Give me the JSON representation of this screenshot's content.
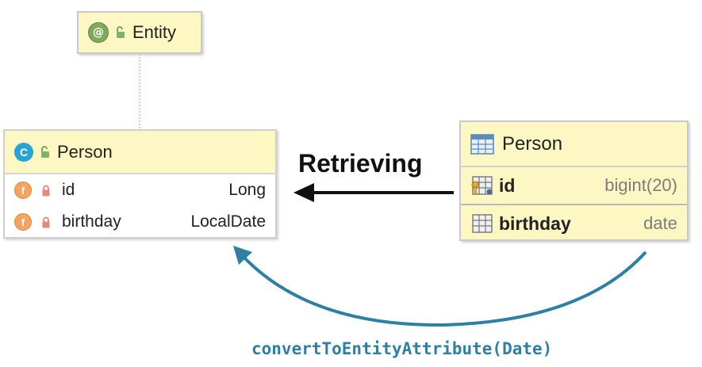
{
  "annotation": {
    "label": "Entity",
    "badge": "@"
  },
  "entity_class": {
    "badge": "C",
    "name": "Person",
    "fields": [
      {
        "badge": "f",
        "name": "id",
        "type": "Long"
      },
      {
        "badge": "f",
        "name": "birthday",
        "type": "LocalDate"
      }
    ]
  },
  "relation": {
    "label": "Retrieving"
  },
  "db_table": {
    "name": "Person",
    "columns": [
      {
        "name": "id",
        "type": "bigint(20)",
        "icon": "primary-key-column-icon"
      },
      {
        "name": "birthday",
        "type": "date",
        "icon": "column-icon"
      }
    ]
  },
  "converter": {
    "label": "convertToEntityAttribute(Date)"
  },
  "colors": {
    "box_fill": "#fdf7c3",
    "class_badge": "#2aa3d3",
    "annotation_badge": "#7faa5e",
    "field_badge": "#f4a460",
    "converter_arrow": "#2d7fa4",
    "retrieve_arrow": "#111111"
  }
}
